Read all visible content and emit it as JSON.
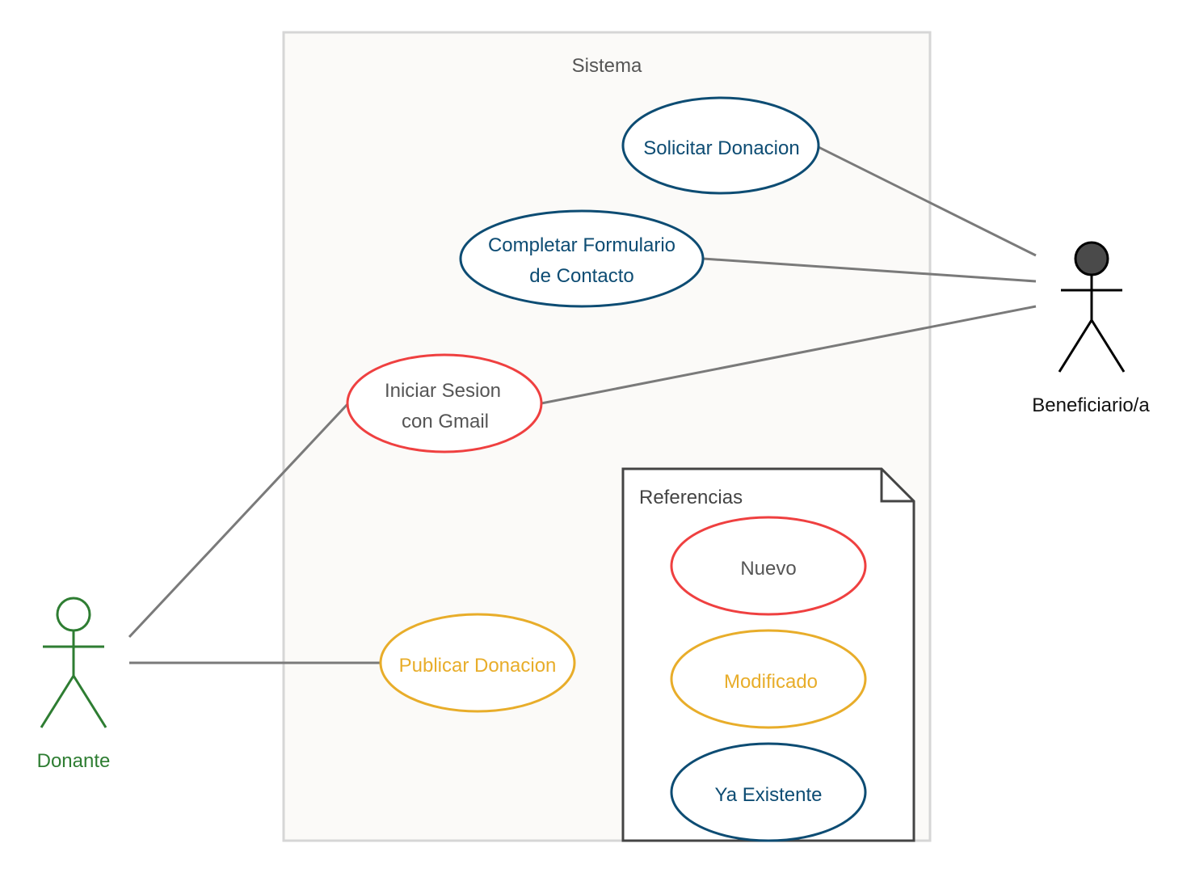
{
  "system": {
    "title": "Sistema"
  },
  "use_cases": {
    "solicitar": "Solicitar Donacion",
    "completar_1": "Completar Formulario",
    "completar_2": "de Contacto",
    "iniciar_1": "Iniciar Sesion",
    "iniciar_2": "con Gmail",
    "publicar": "Publicar Donacion"
  },
  "actors": {
    "beneficiario": "Beneficiario/a",
    "donante": "Donante"
  },
  "legend": {
    "title": "Referencias",
    "nuevo": "Nuevo",
    "modificado": "Modificado",
    "existente": "Ya Existente"
  },
  "colors": {
    "new": "#ef4040",
    "modified": "#e8ad2a",
    "existing": "#0d4c73",
    "donante": "#2e7d32",
    "line": "#7a7a7a",
    "system_bg": "#fbfaf8",
    "system_border": "#d6d6d6"
  }
}
